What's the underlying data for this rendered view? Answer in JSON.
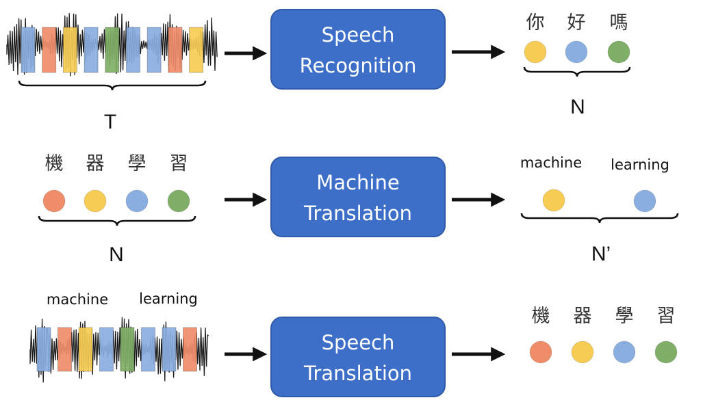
{
  "colors": {
    "box_fill": "#3d6fc9",
    "box_stroke": "#2f5aa8",
    "blue": "#8aaee0",
    "orange": "#ef8d6a",
    "yellow": "#f6cc55",
    "green": "#7fae66",
    "ink": "#111111"
  },
  "rows": [
    {
      "box": {
        "line1": "Speech",
        "line2": "Recognition"
      },
      "input": {
        "type": "audio",
        "frames": [
          "blue",
          "orange",
          "yellow",
          "blue",
          "green",
          "blue",
          "blue",
          "orange",
          "yellow"
        ],
        "brace_label": "T",
        "words": []
      },
      "output": {
        "type": "tokens",
        "chars": [
          "你",
          "好",
          "嗎"
        ],
        "colors": [
          "yellow",
          "blue",
          "green"
        ],
        "brace_label": "N"
      }
    },
    {
      "box": {
        "line1": "Machine",
        "line2": "Translation"
      },
      "input": {
        "type": "tokens",
        "chars": [
          "機",
          "器",
          "學",
          "習"
        ],
        "colors": [
          "orange",
          "yellow",
          "blue",
          "green"
        ],
        "brace_label": "N"
      },
      "output": {
        "type": "tokens",
        "chars": [
          "machine",
          "learning"
        ],
        "colors": [
          "yellow",
          "blue"
        ],
        "brace_label": "N’"
      }
    },
    {
      "box": {
        "line1": "Speech",
        "line2": "Translation"
      },
      "input": {
        "type": "audio",
        "frames": [
          "blue",
          "orange",
          "yellow",
          "blue",
          "green",
          "blue",
          "blue",
          "orange"
        ],
        "brace_label": "",
        "words": [
          "machine",
          "learning"
        ]
      },
      "output": {
        "type": "tokens",
        "chars": [
          "機",
          "器",
          "學",
          "習"
        ],
        "colors": [
          "orange",
          "yellow",
          "blue",
          "green"
        ],
        "brace_label": ""
      }
    }
  ]
}
